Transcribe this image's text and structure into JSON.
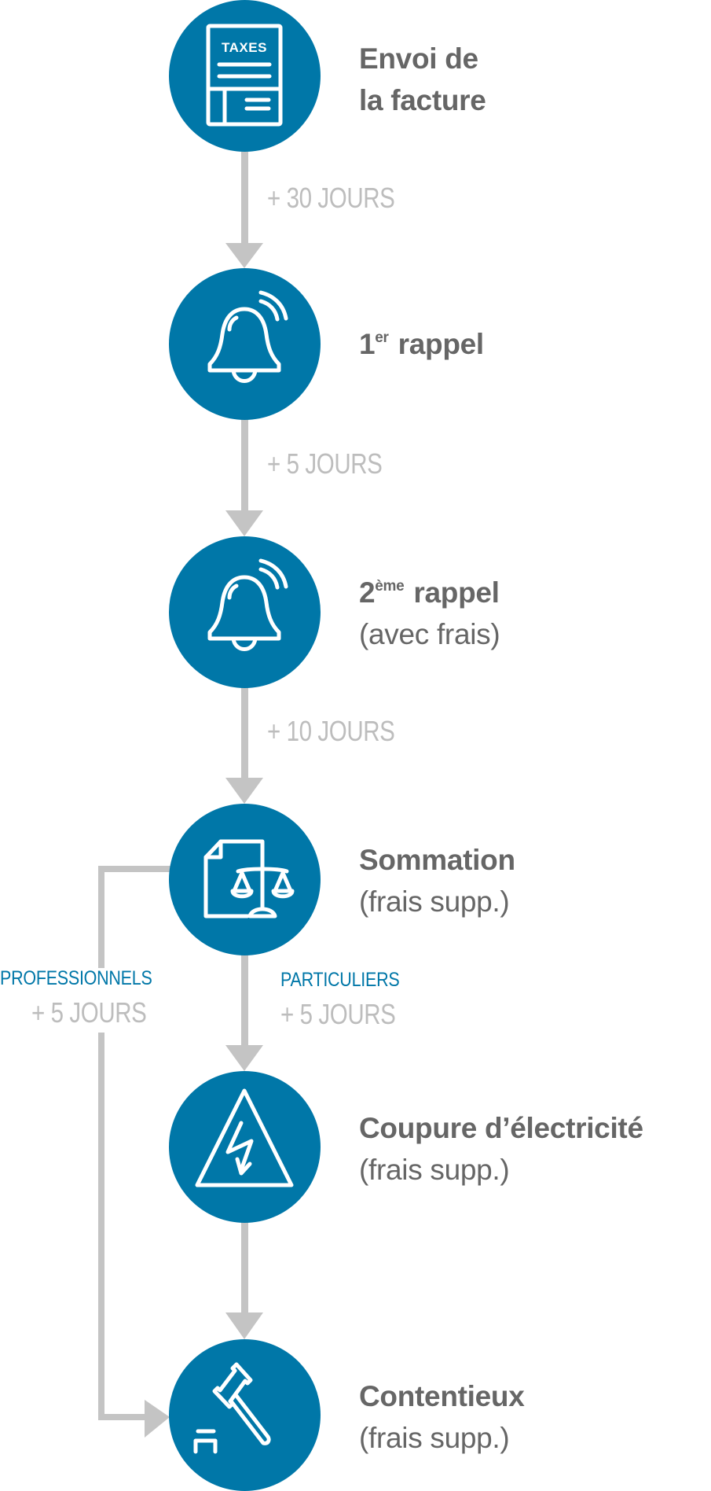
{
  "diagram": {
    "type": "vertical-flowchart",
    "colors": {
      "node_fill": "#0077a8",
      "icon_stroke": "#ffffff",
      "title_text": "#666666",
      "interval_text": "#bdbdbd",
      "connector": "#c4c4c4",
      "branch_label": "#0077a8"
    },
    "steps": [
      {
        "id": "envoi",
        "icon": "invoice-taxes-icon",
        "icon_text": "TAXES",
        "title_line1": "Envoi de",
        "title_line2": "la facture"
      },
      {
        "id": "rappel1",
        "icon": "bell-ringing-icon",
        "title_prefix": "1",
        "title_sup": "er",
        "title_rest": " rappel"
      },
      {
        "id": "rappel2",
        "icon": "bell-ringing-icon",
        "title_prefix": "2",
        "title_sup": "ème",
        "title_rest": " rappel",
        "subtitle": "(avec frais)"
      },
      {
        "id": "sommation",
        "icon": "legal-document-scales-icon",
        "title": "Sommation",
        "subtitle": "(frais supp.)"
      },
      {
        "id": "coupure",
        "icon": "high-voltage-warning-icon",
        "title": "Coupure d’électricité",
        "subtitle": "(frais supp.)"
      },
      {
        "id": "contentieux",
        "icon": "gavel-icon",
        "title": "Contentieux",
        "subtitle": "(frais supp.)"
      }
    ],
    "intervals": [
      {
        "from": "envoi",
        "to": "rappel1",
        "label": "+ 30 JOURS"
      },
      {
        "from": "rappel1",
        "to": "rappel2",
        "label": "+ 5 JOURS"
      },
      {
        "from": "rappel2",
        "to": "sommation",
        "label": "+ 10 JOURS"
      },
      {
        "from": "sommation",
        "to": "coupure",
        "group": "PARTICULIERS",
        "label": "+ 5 JOURS"
      },
      {
        "from": "sommation",
        "to": "contentieux",
        "group": "PROFESSIONNELS",
        "label": "+ 5 JOURS"
      },
      {
        "from": "coupure",
        "to": "contentieux",
        "label": ""
      }
    ]
  }
}
